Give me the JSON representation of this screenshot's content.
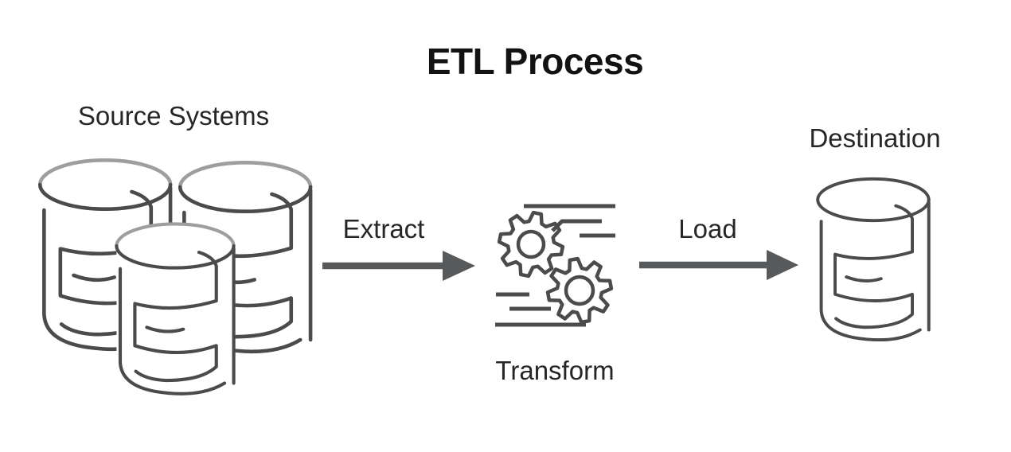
{
  "title": "ETL Process",
  "nodes": {
    "source": {
      "label": "Source Systems",
      "icon": "database-cluster-icon",
      "database_count": 3
    },
    "destination": {
      "label": "Destination",
      "icon": "database-icon"
    }
  },
  "steps": {
    "extract": {
      "label": "Extract",
      "icon": "arrow-right-icon"
    },
    "transform": {
      "label": "Transform",
      "icon": "gears-icon"
    },
    "load": {
      "label": "Load",
      "icon": "arrow-right-icon"
    }
  },
  "colors": {
    "background": "#ffffff",
    "line_dark": "#4b4b4b",
    "line_light": "#9e9e9e",
    "arrow": "#58595b",
    "title_text": "#121212",
    "label_text": "#262626"
  }
}
